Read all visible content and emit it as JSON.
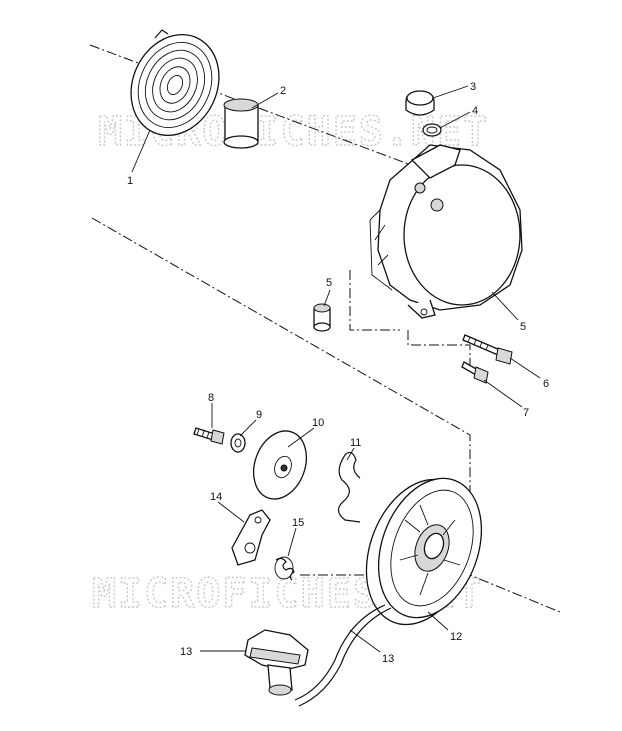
{
  "watermark": "MICROFICHES.NET",
  "callouts": [
    {
      "id": "1",
      "label": "1"
    },
    {
      "id": "2",
      "label": "2"
    },
    {
      "id": "3",
      "label": "3"
    },
    {
      "id": "4",
      "label": "4"
    },
    {
      "id": "5a",
      "label": "5"
    },
    {
      "id": "5b",
      "label": "5"
    },
    {
      "id": "6",
      "label": "6"
    },
    {
      "id": "7",
      "label": "7"
    },
    {
      "id": "8",
      "label": "8"
    },
    {
      "id": "9",
      "label": "9"
    },
    {
      "id": "10",
      "label": "10"
    },
    {
      "id": "11",
      "label": "11"
    },
    {
      "id": "12",
      "label": "12"
    },
    {
      "id": "13a",
      "label": "13"
    },
    {
      "id": "13b",
      "label": "13"
    },
    {
      "id": "14",
      "label": "14"
    },
    {
      "id": "15",
      "label": "15"
    }
  ]
}
